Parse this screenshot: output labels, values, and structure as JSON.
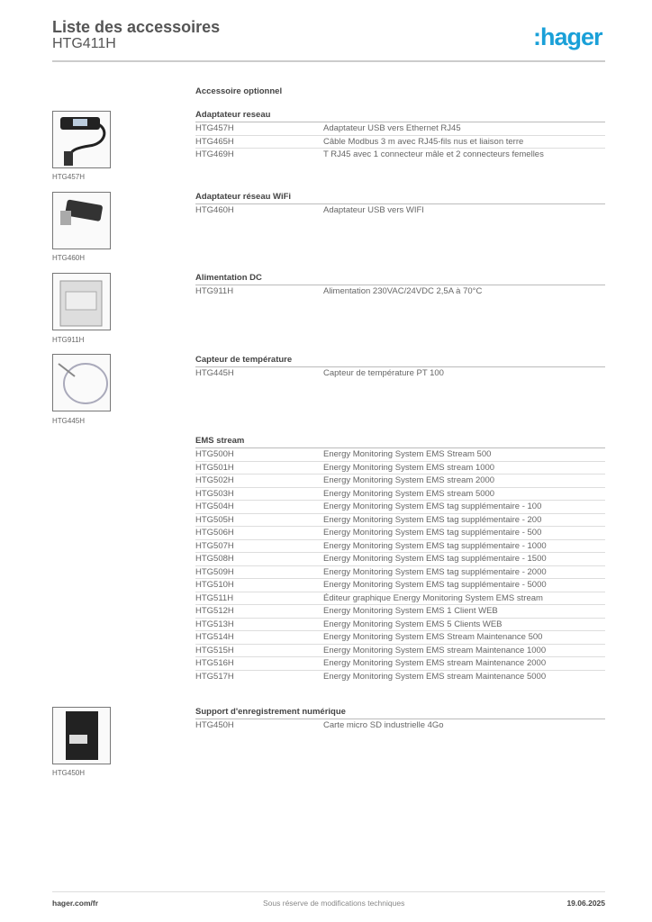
{
  "header": {
    "title": "Liste des accessoires",
    "subtitle": "HTG411H",
    "logo": ":hager",
    "logo_color": "#1aa0d8"
  },
  "intro": "Accessoire optionnel",
  "sections": [
    {
      "title": "Adaptateur reseau",
      "image_label": "HTG457H",
      "rows": [
        [
          "HTG457H",
          "Adaptateur USB vers Ethernet RJ45"
        ],
        [
          "HTG465H",
          "Câble Modbus 3 m  avec RJ45-fils nus et liaison terre"
        ],
        [
          "HTG469H",
          "T RJ45 avec 1 connecteur mâle et 2 connecteurs femelles"
        ]
      ]
    },
    {
      "title": "Adaptateur réseau WiFi",
      "image_label": "HTG460H",
      "rows": [
        [
          "HTG460H",
          "Adaptateur USB vers WIFI"
        ]
      ]
    },
    {
      "title": "Alimentation DC",
      "image_label": "HTG911H",
      "rows": [
        [
          "HTG911H",
          "Alimentation 230VAC/24VDC 2,5A à 70°C"
        ]
      ]
    },
    {
      "title": "Capteur de température",
      "image_label": "HTG445H",
      "rows": [
        [
          "HTG445H",
          "Capteur de température PT 100"
        ]
      ]
    },
    {
      "title": "EMS stream",
      "rows": [
        [
          "HTG500H",
          "Energy Monitoring System EMS Stream 500"
        ],
        [
          "HTG501H",
          "Energy Monitoring System EMS stream 1000"
        ],
        [
          "HTG502H",
          "Energy Monitoring System EMS stream 2000"
        ],
        [
          "HTG503H",
          "Energy Monitoring System EMS stream 5000"
        ],
        [
          "HTG504H",
          "Energy Monitoring System EMS tag supplémentaire - 100"
        ],
        [
          "HTG505H",
          "Energy Monitoring System EMS tag supplémentaire - 200"
        ],
        [
          "HTG506H",
          "Energy Monitoring System EMS tag supplémentaire - 500"
        ],
        [
          "HTG507H",
          "Energy Monitoring System EMS tag supplémentaire - 1000"
        ],
        [
          "HTG508H",
          "Energy Monitoring System EMS tag supplémentaire - 1500"
        ],
        [
          "HTG509H",
          "Energy Monitoring System EMS tag supplémentaire - 2000"
        ],
        [
          "HTG510H",
          "Energy Monitoring System EMS tag supplémentaire - 5000"
        ],
        [
          "HTG511H",
          "Éditeur graphique Energy Monitoring System EMS stream"
        ],
        [
          "HTG512H",
          "Energy Monitoring System EMS 1 Client WEB"
        ],
        [
          "HTG513H",
          "Energy Monitoring System EMS 5 Clients WEB"
        ],
        [
          "HTG514H",
          "Energy Monitoring System EMS Stream Maintenance 500"
        ],
        [
          "HTG515H",
          "Energy Monitoring System EMS stream Maintenance 1000"
        ],
        [
          "HTG516H",
          "Energy Monitoring System EMS stream Maintenance 2000"
        ],
        [
          "HTG517H",
          "Energy Monitoring System EMS stream Maintenance 5000"
        ]
      ]
    },
    {
      "title": "Support d'enregistrement numérique",
      "image_label": "HTG450H",
      "rows": [
        [
          "HTG450H",
          "Carte micro SD industrielle 4Go"
        ]
      ]
    }
  ],
  "footer": {
    "left": "hager.com/fr",
    "center": "Sous réserve de modifications techniques",
    "right": "19.06.2025"
  }
}
